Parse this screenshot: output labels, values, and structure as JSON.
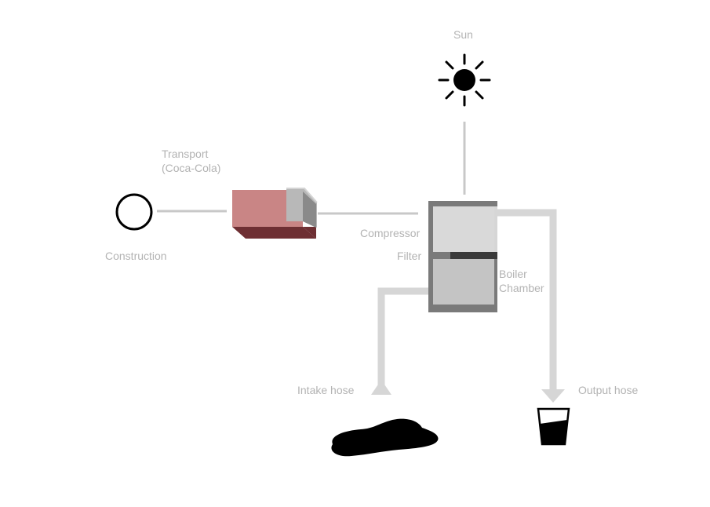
{
  "labels": {
    "sun": "Sun",
    "transport_line1": "Transport",
    "transport_line2": "(Coca-Cola)",
    "construction": "Construction",
    "compressor": "Compressor",
    "filter": "Filter",
    "boiler_line1": "Boiler",
    "boiler_line2": "Chamber",
    "intake_hose": "Intake hose",
    "output_hose": "Output hose"
  },
  "icons": {
    "sun": "sun-icon",
    "construction": "circle-icon",
    "transport": "box-icon",
    "intake_source": "water-puddle-icon",
    "output_target": "water-glass-icon"
  },
  "colors": {
    "label": "#b3b3b3",
    "connector": "#c8c8c8",
    "hose": "#d6d6d6",
    "box_face": "#c98585",
    "box_dark": "#6e2f33",
    "box_side": "#b8b8b8",
    "device_frame": "#7a7a7a",
    "chamber_top": "#d9d9d9",
    "chamber_bottom": "#c4c4c4",
    "divider": "#3a3a3a",
    "black": "#000000"
  }
}
